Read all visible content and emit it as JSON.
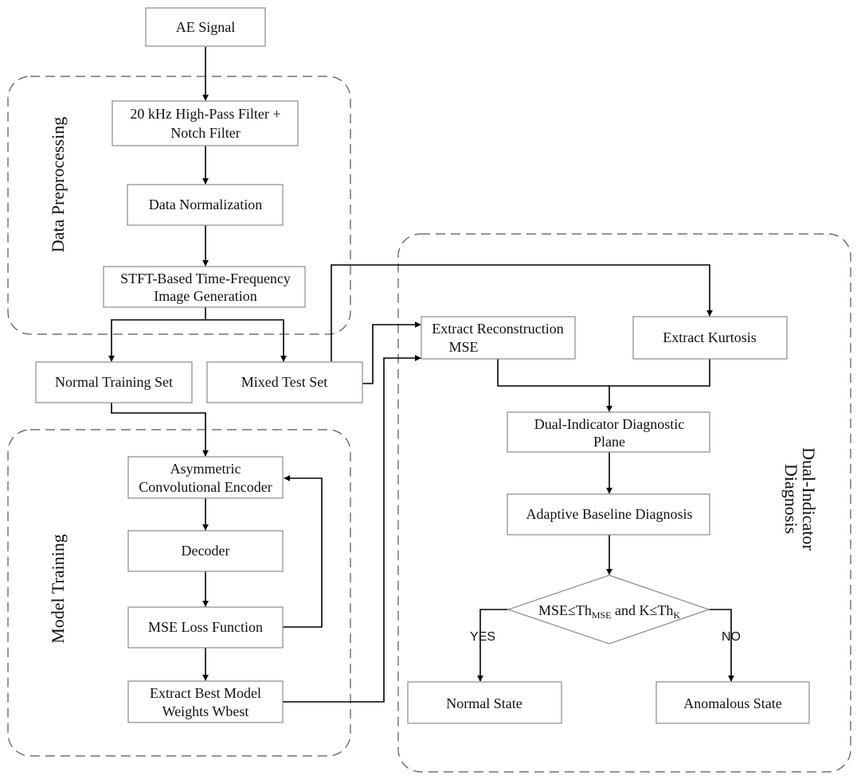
{
  "colors": {
    "node_border": "#8a8a8a",
    "edge": "#000000",
    "region_border": "#555555"
  },
  "regions": {
    "preprocessing": {
      "label": "Data Preprocessing"
    },
    "training": {
      "label": "Model Training"
    },
    "diagnosis": {
      "label_line1": "Dual-Indicator",
      "label_line2": "Diagnosis"
    }
  },
  "nodes": {
    "ae_signal": {
      "text": "AE Signal"
    },
    "filter": {
      "line1": "20 kHz High-Pass Filter +",
      "line2": "Notch Filter"
    },
    "normalization": {
      "text": "Data Normalization"
    },
    "stft": {
      "line1": "STFT-Based Time-Frequency",
      "line2": "Image Generation"
    },
    "normal_training_set": {
      "text": "Normal Training Set"
    },
    "mixed_test_set": {
      "text": "Mixed Test Set"
    },
    "encoder": {
      "line1": "Asymmetric",
      "line2": "Convolutional Encoder"
    },
    "decoder": {
      "text": "Decoder"
    },
    "mse_loss": {
      "text": "MSE Loss Function"
    },
    "best_weights": {
      "line1": "Extract Best Model",
      "line2": "Weights Wbest"
    },
    "extract_mse": {
      "line1": "Extract Reconstruction",
      "line2": "MSE"
    },
    "extract_kurtosis": {
      "text": "Extract Kurtosis"
    },
    "diagnostic_plane": {
      "line1": "Dual-Indicator Diagnostic",
      "line2": "Plane"
    },
    "adaptive_baseline": {
      "text": "Adaptive Baseline Diagnosis"
    },
    "decision": {
      "p1": "MSE≤Th",
      "sub1": "MSE",
      "p2": " and K≤Th",
      "sub2": "K"
    },
    "normal_state": {
      "text": "Normal State"
    },
    "anomalous_state": {
      "text": "Anomalous State"
    }
  },
  "edge_labels": {
    "yes": "YES",
    "no": "NO"
  }
}
